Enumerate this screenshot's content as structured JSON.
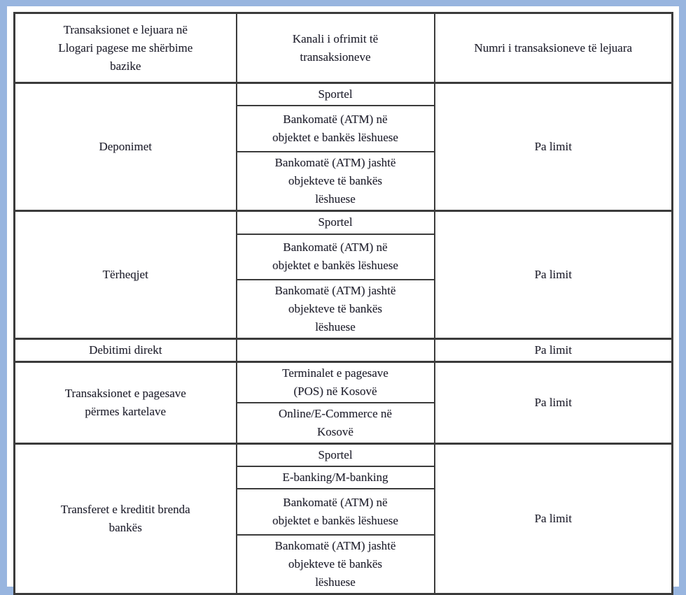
{
  "colors": {
    "frame": "#98b5df",
    "paper": "#ffffff",
    "border": "#3b3b3b",
    "text": "#232330"
  },
  "table": {
    "headers": [
      "Transaksionet e lejuara në\nLlogari pagese me shërbime\nbazike",
      "Kanali i ofrimit të\ntransaksioneve",
      "Numri i transaksioneve të lejuara"
    ],
    "sections": [
      {
        "transaction": "Deponimet",
        "channels": [
          "Sportel",
          "Bankomatë (ATM) në\nobjektet e bankës lëshuese",
          "Bankomatë (ATM) jashtë\nobjekteve të bankës\nlëshuese"
        ],
        "limit": "Pa limit"
      },
      {
        "transaction": "Tërheqjet",
        "channels": [
          "Sportel",
          "Bankomatë (ATM) në\nobjektet e bankës lëshuese",
          "Bankomatë (ATM) jashtë\nobjekteve të bankës\nlëshuese"
        ],
        "limit": "Pa limit"
      },
      {
        "transaction": "Debitimi direkt",
        "channels": [
          ""
        ],
        "limit": "Pa limit"
      },
      {
        "transaction": "Transaksionet e pagesave\npërmes kartelave",
        "channels": [
          "Terminalet e pagesave\n(POS) në Kosovë",
          "Online/E-Commerce në\nKosovë"
        ],
        "limit": "Pa limit"
      },
      {
        "transaction": "Transferet e kreditit brenda\nbankës",
        "channels": [
          "Sportel",
          "E-banking/M-banking",
          "Bankomatë (ATM) në\nobjektet e bankës lëshuese",
          "Bankomatë (ATM) jashtë\nobjekteve të bankës\nlëshuese"
        ],
        "limit": "Pa limit"
      }
    ]
  }
}
